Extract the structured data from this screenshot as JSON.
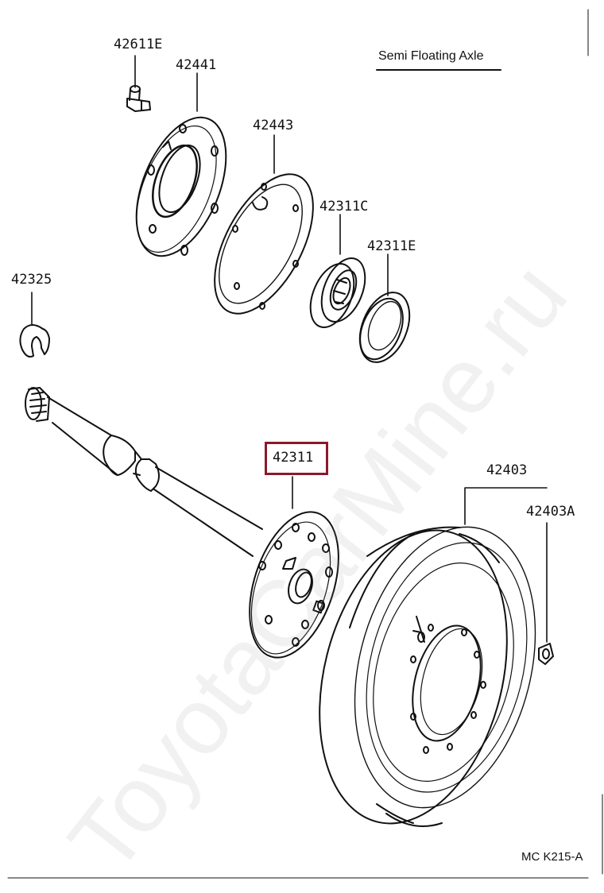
{
  "diagram": {
    "title": "Semi Floating Axle",
    "reference_code": "MC K215-A",
    "watermark": "ToyotaCarMine.ru",
    "highlight_color": "#8b1a2b",
    "parts": [
      {
        "id": "bolt",
        "number": "42611E",
        "icon": "bolt-icon"
      },
      {
        "id": "retainer",
        "number": "42441",
        "icon": "bearing-retainer-icon"
      },
      {
        "id": "gasket",
        "number": "42443",
        "icon": "gasket-icon"
      },
      {
        "id": "bearing",
        "number": "42311C",
        "icon": "bearing-icon"
      },
      {
        "id": "oil-seal",
        "number": "42311E",
        "icon": "oil-seal-icon"
      },
      {
        "id": "lock",
        "number": "42325",
        "icon": "c-lock-icon"
      },
      {
        "id": "shaft",
        "number": "42311",
        "icon": "axle-shaft-icon",
        "highlighted": true
      },
      {
        "id": "drum",
        "number": "42403",
        "icon": "brake-drum-icon"
      },
      {
        "id": "plug",
        "number": "42403A",
        "icon": "hole-plug-icon"
      }
    ]
  }
}
